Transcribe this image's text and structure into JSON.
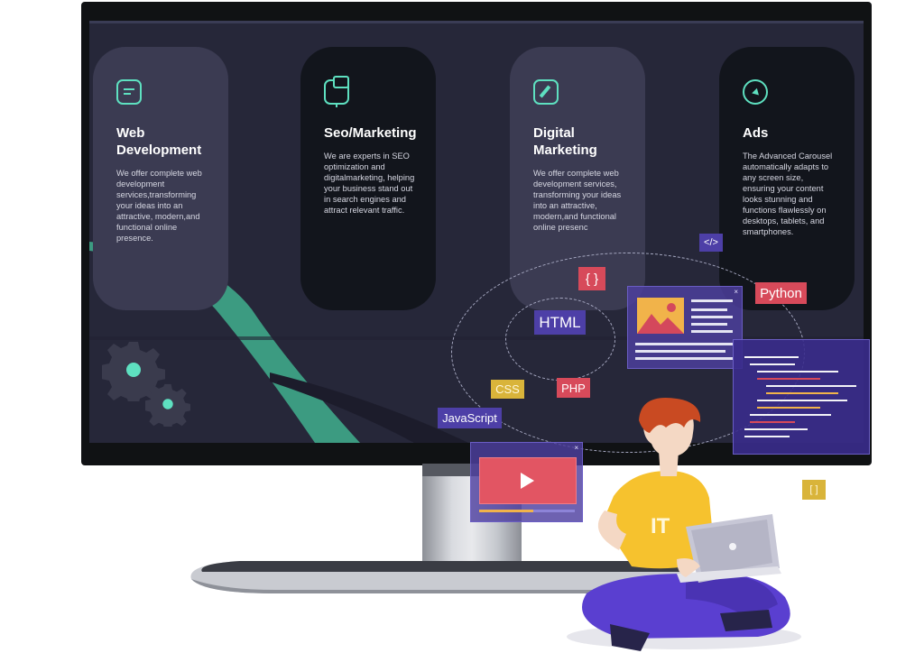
{
  "cards": [
    {
      "icon": "document-lines-icon",
      "title": "Web\nDevelopment",
      "text": "We offer complete web development services,transforming your ideas into an attractive, modern,and functional online presence."
    },
    {
      "icon": "monitor-chat-icon",
      "title": "Seo/Marketing",
      "text": "We are experts in SEO optimization and digitalmarketing, helping your business stand out in search engines and attract relevant traffic."
    },
    {
      "icon": "edit-pencil-icon",
      "title": "Digital\nMarketing",
      "text": "We offer complete web development services, transforming your ideas into an attractive, modern,and functional online presenc"
    },
    {
      "icon": "cursor-click-icon",
      "title": "Ads",
      "text": "The Advanced Carousel automatically adapts to any screen size, ensuring your content looks stunning and functions flawlessly on desktops, tablets, and smartphones."
    }
  ],
  "tags": {
    "code": "</>",
    "braces": "{ }",
    "python": "Python",
    "html": "HTML",
    "css": "CSS",
    "php": "PHP",
    "javascript": "JavaScript",
    "brackets": "[ ]"
  },
  "person": {
    "shirt_text": "IT"
  },
  "windows": {
    "close_glyph": "×"
  },
  "colors": {
    "screen_bg": "#262739",
    "card_light": "#3b3b52",
    "card_dark": "#12151c",
    "accent_teal": "#5ee0c0",
    "tag_purple": "#4d3fa7",
    "tag_red": "#d74a5a",
    "tag_yellow": "#d9b43a",
    "shirt": "#f6c22e",
    "pants": "#5a3fd0",
    "hair": "#c94a22"
  }
}
